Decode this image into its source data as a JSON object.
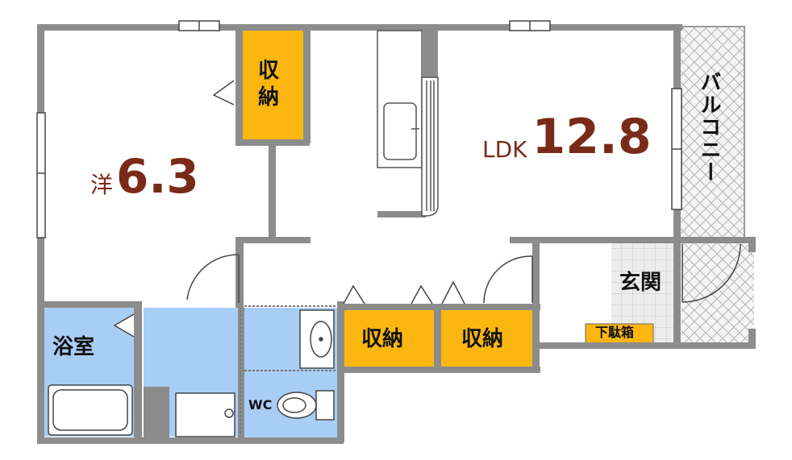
{
  "rooms": {
    "western": {
      "prefix": "洋",
      "size": "6.3"
    },
    "ldk": {
      "prefix": "LDK",
      "size": "12.8"
    },
    "bath": {
      "label": "浴室"
    },
    "entrance": {
      "label": "玄関"
    },
    "wc": {
      "label": "WC"
    },
    "balcony": {
      "label": "バルコニー"
    }
  },
  "storage": {
    "western_closet": "収\n納",
    "hall_closet_1": "収納",
    "hall_closet_2": "収納"
  },
  "shoe_cabinet": "下駄箱",
  "colors": {
    "wall": "#8c8c8c",
    "storage_fill": "#fbb710",
    "wet_area_fill": "#a9cef5",
    "balcony_hatch": "#d2d2d2",
    "entrance_tile": "#e6e6e6",
    "area_text": "#7a2a18"
  }
}
